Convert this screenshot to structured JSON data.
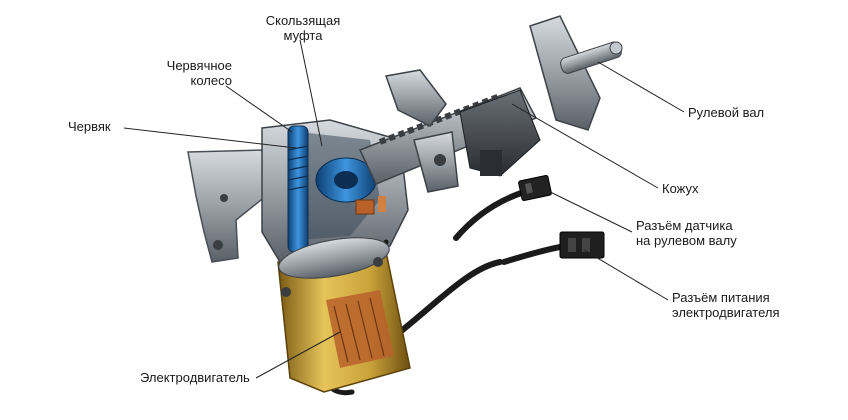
{
  "labels": {
    "sliding_coupling": [
      "Скользящая",
      "муфта"
    ],
    "worm_wheel": [
      "Червячное",
      "колесо"
    ],
    "worm": "Червяк",
    "steering_shaft": "Рулевой вал",
    "housing": "Кожух",
    "shaft_sensor_connector": [
      "Разъём датчика",
      "на рулевом валу"
    ],
    "motor_power_connector": [
      "Разъём питания",
      "электродвигателя"
    ],
    "electric_motor": "Электродвигатель"
  },
  "colors": {
    "metal": "#9aa0a6",
    "metal_dark": "#5a6068",
    "blue_worm": "#1f6fb8",
    "motor_gold": "#c9a23a",
    "copper": "#b8622a",
    "cable": "#1b1b1b",
    "leader_line": "#222222"
  }
}
